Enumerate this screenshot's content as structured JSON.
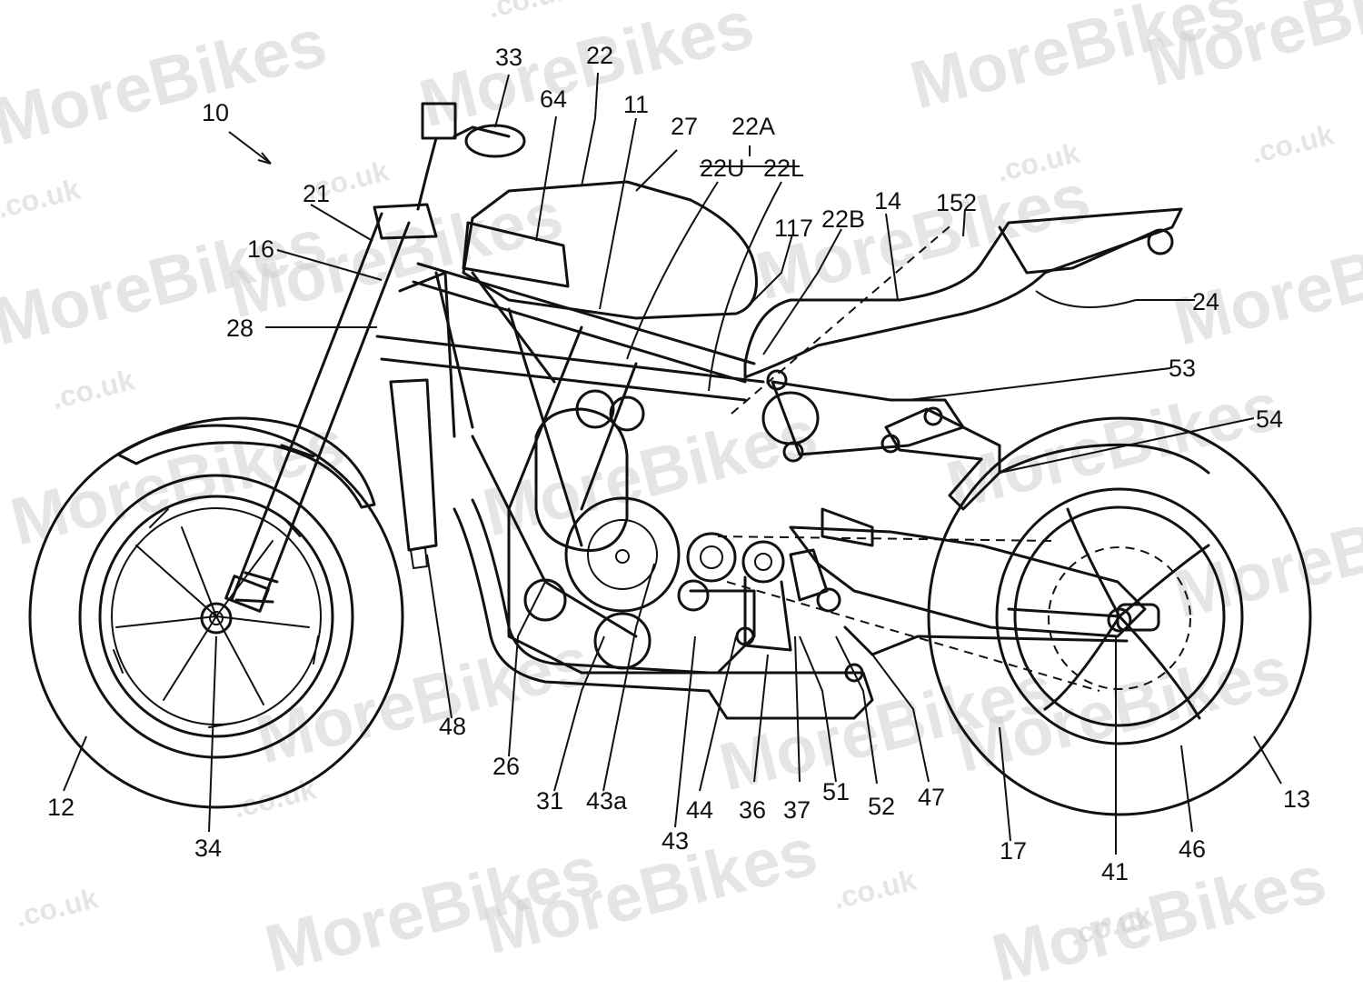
{
  "watermark": {
    "brand": "MoreBikes",
    "domain": ".co.uk"
  },
  "labels": {
    "l10": "10",
    "l11": "11",
    "l12": "12",
    "l13": "13",
    "l14": "14",
    "l16": "16",
    "l17": "17",
    "l21": "21",
    "l22": "22",
    "l22a": "22A",
    "l22u": "22U",
    "l22l": "22L",
    "l22b": "22B",
    "l24": "24",
    "l26": "26",
    "l27": "27",
    "l28": "28",
    "l31": "31",
    "l33": "33",
    "l34": "34",
    "l36": "36",
    "l37": "37",
    "l41": "41",
    "l43": "43",
    "l43a": "43a",
    "l44": "44",
    "l46": "46",
    "l47": "47",
    "l48": "48",
    "l51": "51",
    "l52": "52",
    "l53": "53",
    "l54": "54",
    "l64": "64",
    "l117": "117",
    "l152": "152"
  }
}
